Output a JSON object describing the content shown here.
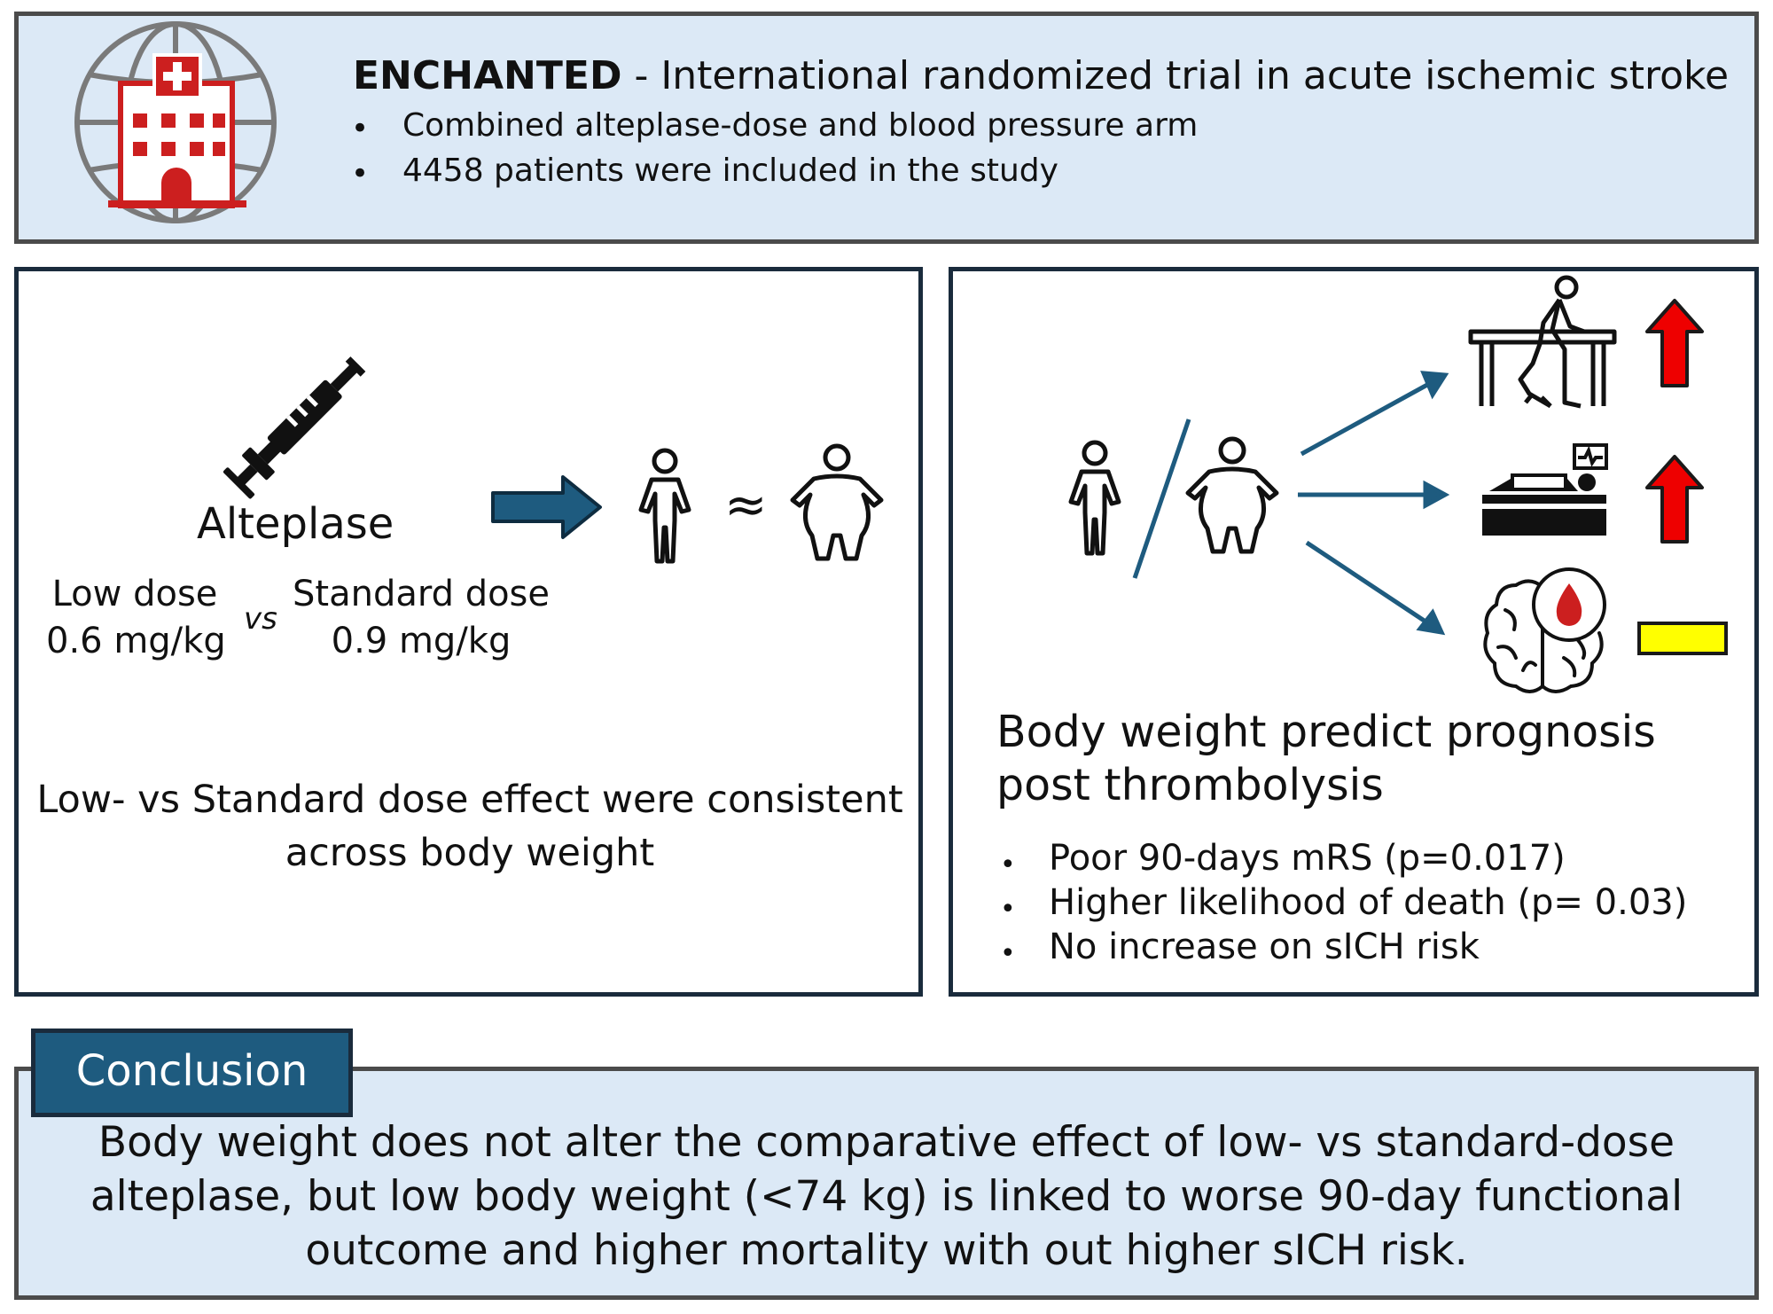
{
  "header": {
    "trial_name": "ENCHANTED",
    "trial_description": " - International randomized trial in acute ischemic stroke",
    "bullets": [
      "Combined alteplase-dose and blood pressure arm",
      "4458 patients were included in the study"
    ],
    "bullet_symbol": "•",
    "icon": "globe-hospital-icon",
    "icon_color": "#cc1f1f"
  },
  "left_panel": {
    "drug_label": "Alteplase",
    "low_dose_label": "Low dose",
    "low_dose_value": "0.6 mg/kg",
    "vs_label": "vs",
    "standard_dose_label": "Standard dose",
    "standard_dose_value": "0.9 mg/kg",
    "approx_symbol": "≈",
    "summary": "Low- vs Standard dose effect were consistent across body weight",
    "arrow_color": "#1e5b7f",
    "icons": [
      "syringe-icon",
      "thin-person-icon",
      "obese-person-icon"
    ]
  },
  "right_panel": {
    "heading": "Body weight predict prognosis post thrombolysis",
    "bullet_symbol": "•",
    "bullets": [
      "Poor 90-days mRS (p=0.017)",
      "Higher likelihood of death (p= 0.03)",
      "No increase on sICH risk"
    ],
    "icons": [
      "rehabilitation-icon",
      "patient-bed-icon",
      "brain-bleed-icon"
    ],
    "indicators": [
      {
        "type": "up-arrow",
        "color": "#ee0000"
      },
      {
        "type": "up-arrow",
        "color": "#ee0000"
      },
      {
        "type": "no-change-bar",
        "color": "#ffff00"
      }
    ]
  },
  "conclusion": {
    "title": "Conclusion",
    "text": "Body weight does not alter the comparative effect of low- vs standard-dose alteplase, but low body weight (<74 kg) is linked to worse 90-day functional outcome and higher mortality with out higher sICH risk.",
    "tab_color": "#1e5b7f"
  }
}
